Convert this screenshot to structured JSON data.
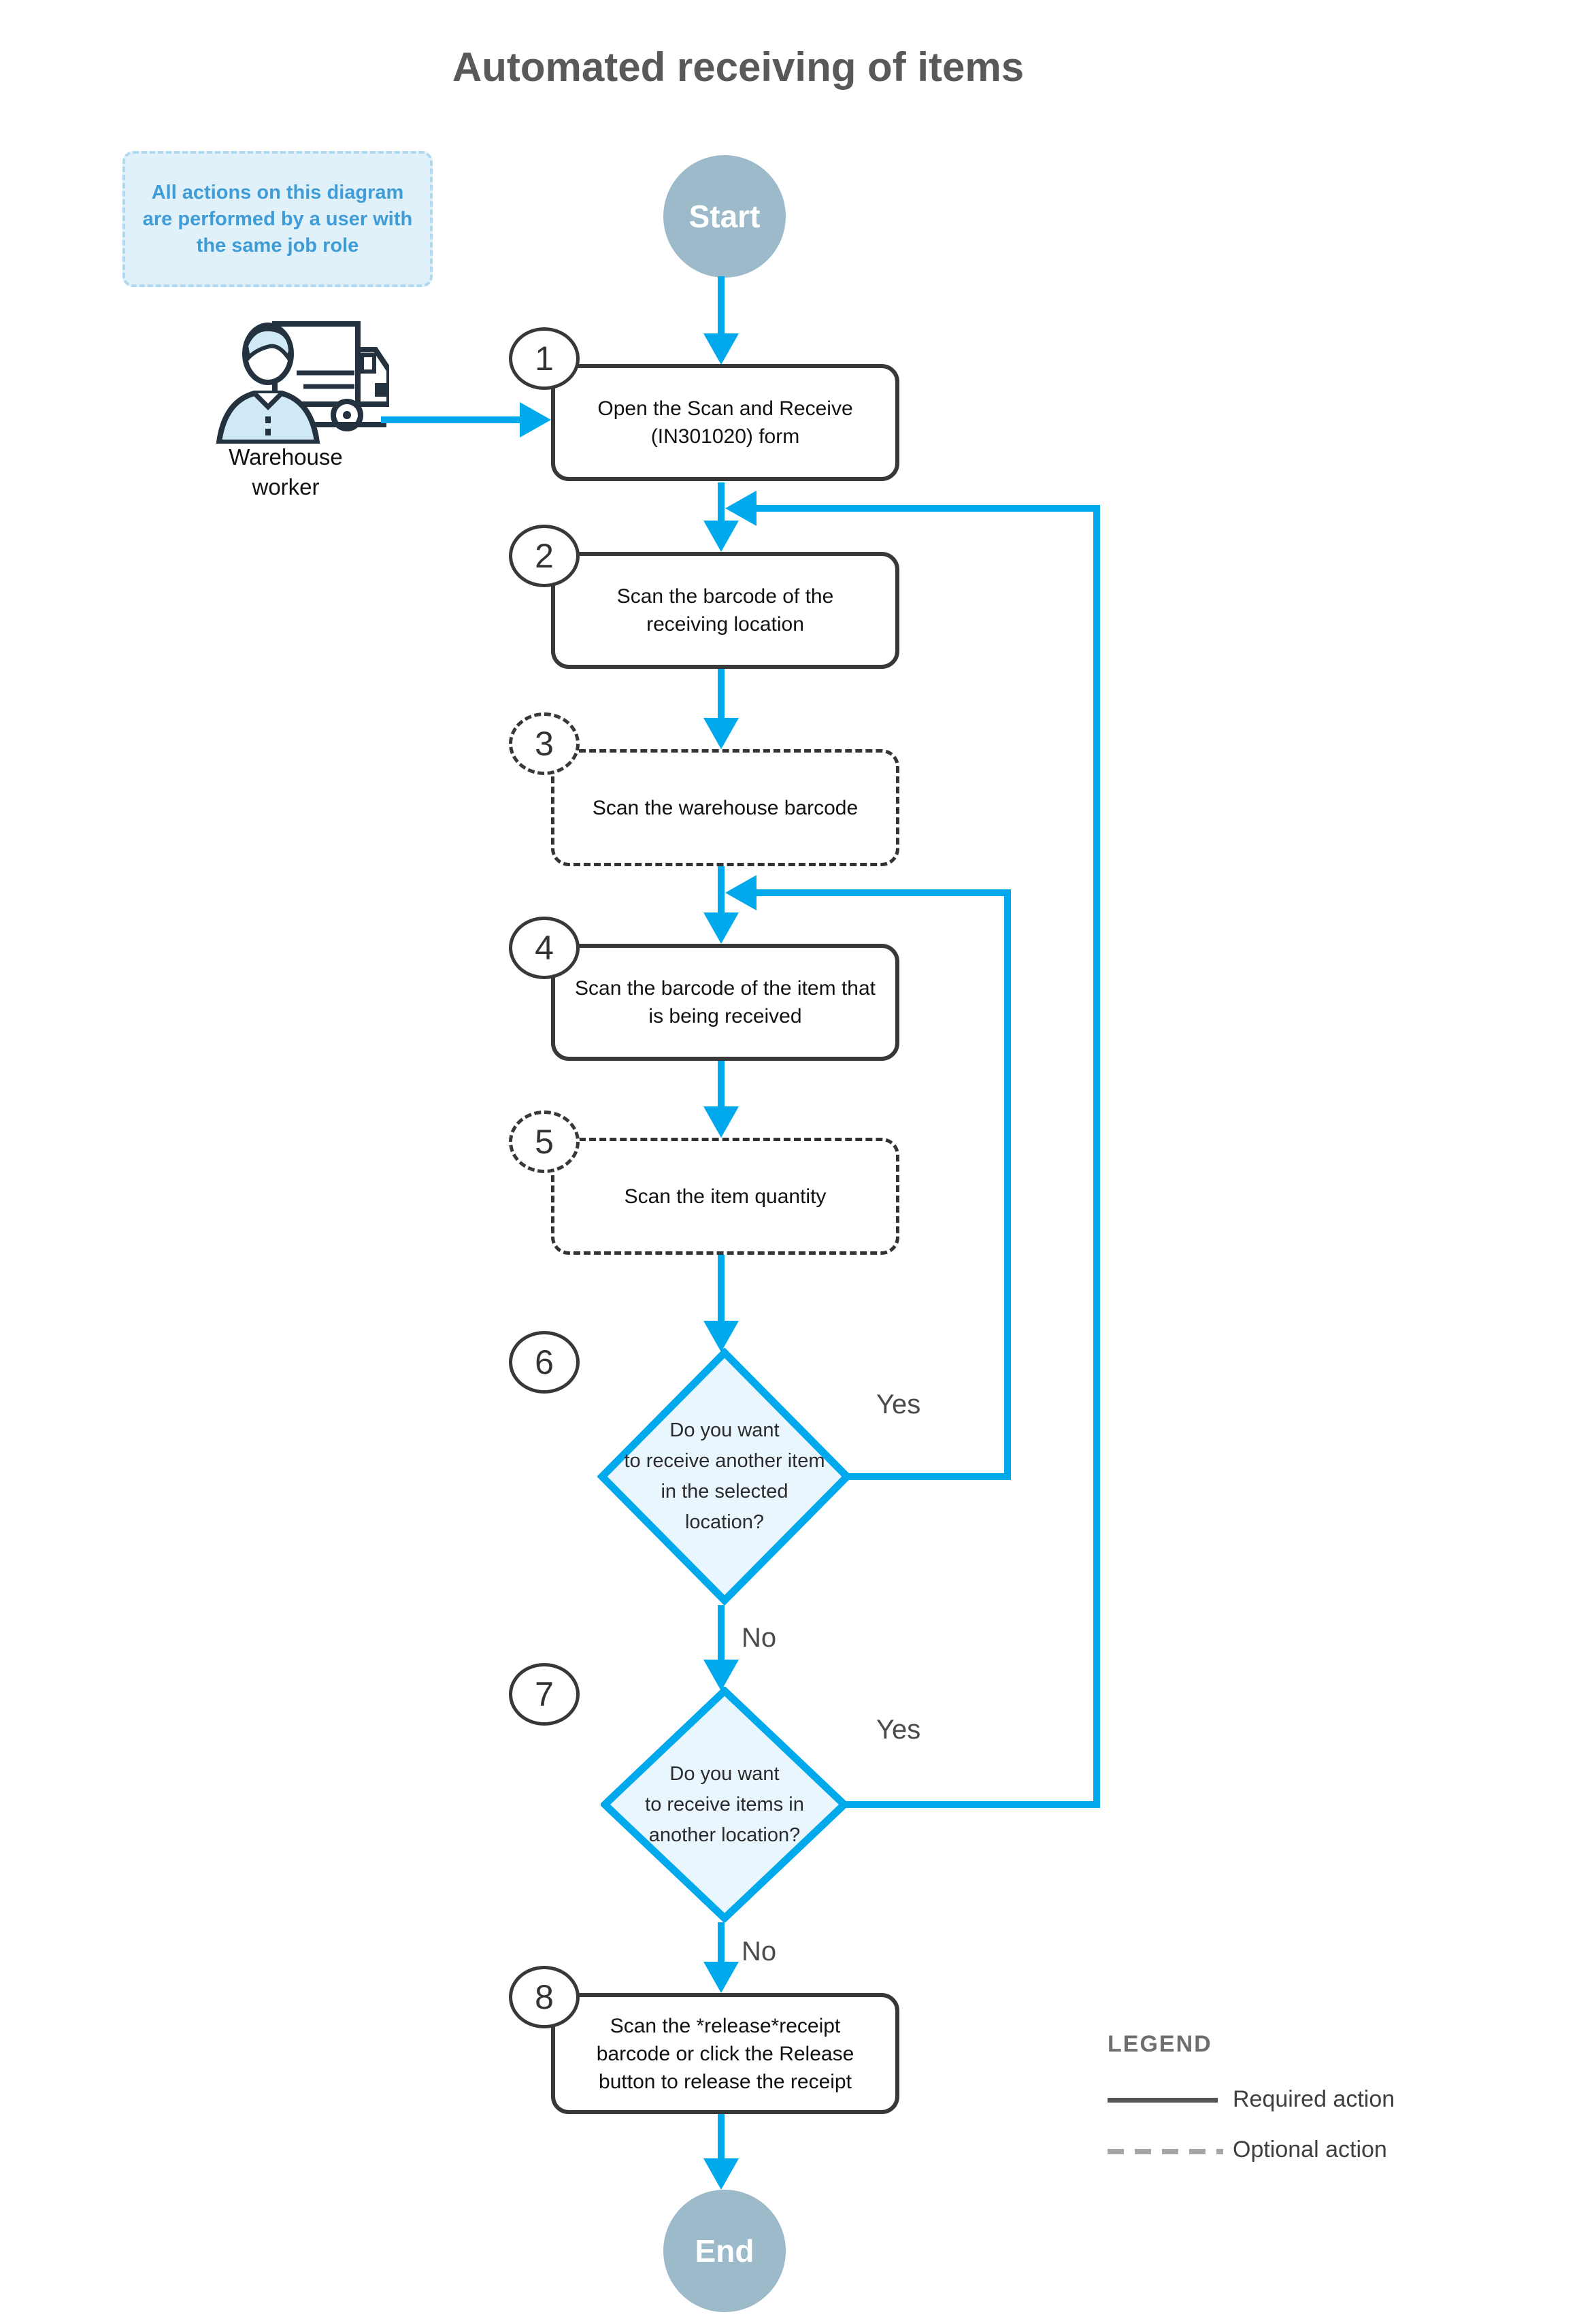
{
  "title": "Automated receiving of items",
  "note": "All actions on this diagram\nare performed by a user with\nthe same job role",
  "actor": {
    "label": "Warehouse\nworker",
    "icon": "warehouse-worker-truck-icon"
  },
  "terminals": {
    "start": "Start",
    "end": "End"
  },
  "steps": [
    {
      "num": "1",
      "text": "Open the Scan and Receive\n(IN301020) form",
      "type": "required"
    },
    {
      "num": "2",
      "text": "Scan the barcode of the\nreceiving location",
      "type": "required"
    },
    {
      "num": "3",
      "text": "Scan the warehouse barcode",
      "type": "optional"
    },
    {
      "num": "4",
      "text": "Scan the barcode of the item that\nis being received",
      "type": "required"
    },
    {
      "num": "5",
      "text": "Scan the item quantity",
      "type": "optional"
    },
    {
      "num": "6",
      "text": "Do you want\nto receive another item\nin the selected\nlocation?",
      "type": "decision"
    },
    {
      "num": "7",
      "text": "Do you want\nto receive items in\nanother location?",
      "type": "decision"
    },
    {
      "num": "8",
      "text": "Scan the *release*receipt\nbarcode or click the Release\nbutton to release the receipt",
      "type": "required"
    }
  ],
  "labels": {
    "yes": "Yes",
    "no": "No"
  },
  "legend": {
    "title": "LEGEND",
    "required": "Required action",
    "optional": "Optional action"
  },
  "colors": {
    "arrow_blue": "#00a8ec",
    "terminal_fill": "#9cbac9",
    "decision_fill": "#e9f6fd",
    "decision_border": "#00a8ec",
    "note_bg": "#e0f1fa",
    "note_border": "#aed9f0",
    "note_text": "#3f9cd6",
    "box_border": "#383838",
    "title_gray": "#595959"
  }
}
